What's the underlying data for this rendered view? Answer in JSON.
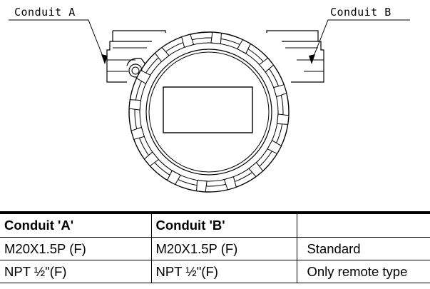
{
  "diagram": {
    "label_a": "Conduit  A",
    "label_b": "Conduit  B"
  },
  "table": {
    "headers": [
      "Conduit 'A'",
      "Conduit 'B'",
      ""
    ],
    "rows": [
      [
        "M20X1.5P (F)",
        "M20X1.5P (F)",
        "Standard"
      ],
      [
        "NPT ½\"(F)",
        "NPT ½\"(F)",
        "Only remote type"
      ]
    ]
  }
}
